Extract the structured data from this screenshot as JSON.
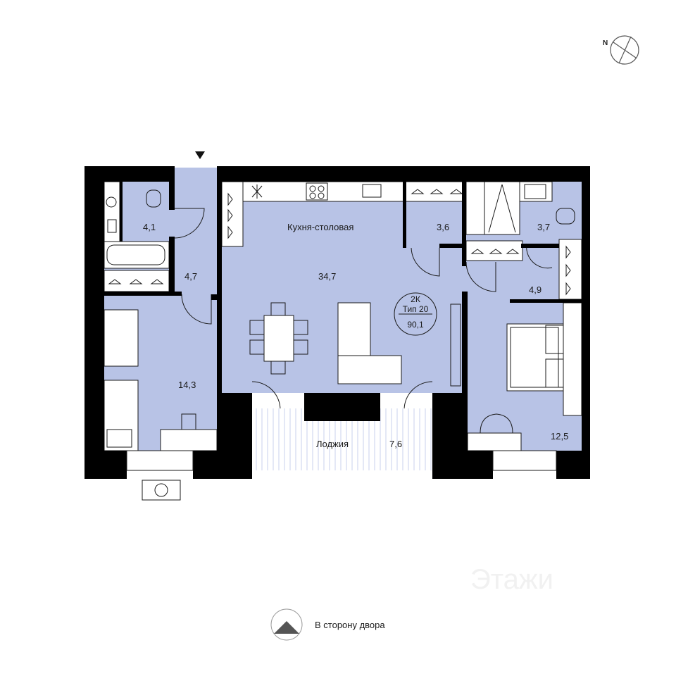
{
  "compass": {
    "label": "N",
    "icon": "compass-icon"
  },
  "rooms": {
    "bathroom_left": {
      "area": "4,1"
    },
    "hall": {
      "area": "4,7"
    },
    "kitchen": {
      "name": "Кухня-столовая",
      "area": "34,7"
    },
    "wardrobe": {
      "area": "3,6"
    },
    "bathroom_right": {
      "area": "3,7"
    },
    "corridor_right": {
      "area": "4,9"
    },
    "bedroom_left": {
      "area": "14,3"
    },
    "bedroom_right": {
      "area": "12,5"
    },
    "loggia": {
      "name": "Лоджия",
      "area": "7,6"
    }
  },
  "badge": {
    "rooms": "2К",
    "type": "Тип 20",
    "total": "90,1"
  },
  "orientation": {
    "label": "В сторону двора",
    "icon": "courtyard-direction-icon"
  },
  "watermark": "Этажи",
  "colors": {
    "floor": "#b8c3e6",
    "wall": "#000000",
    "line": "#1a1a1a",
    "loggia_stripe": "#c9d1ee"
  }
}
